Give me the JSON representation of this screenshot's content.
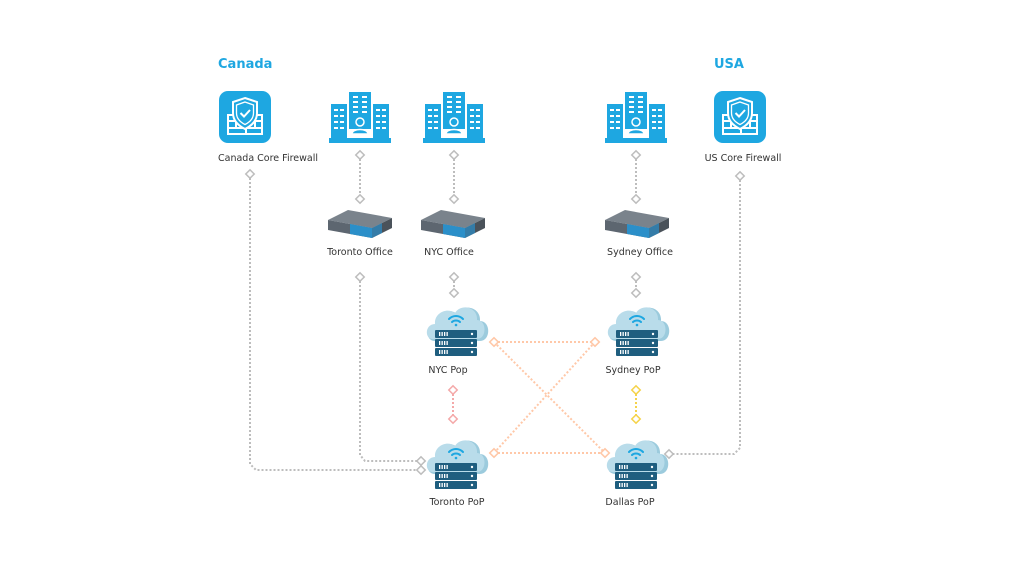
{
  "diagram": {
    "type": "network-topology",
    "colors": {
      "accent": "#1ea7e1",
      "link_gray": "#bdbdbd",
      "link_orange": "#ffc8a8",
      "link_red": "#f4a9a9",
      "link_yellow": "#f5d34a",
      "cloud": "#b9dcea",
      "server": "#1f5e7f",
      "router_body": "#5d6670",
      "router_panel": "#2b8fc9"
    },
    "regions": [
      {
        "id": "canada",
        "label": "Canada"
      },
      {
        "id": "usa",
        "label": "USA"
      }
    ],
    "nodes": [
      {
        "id": "canada-fw",
        "label": "Canada Core Firewall",
        "icon": "firewall-icon",
        "region": "canada"
      },
      {
        "id": "toronto-bldg",
        "label": "",
        "icon": "office-building-icon"
      },
      {
        "id": "nyc-bldg",
        "label": "",
        "icon": "office-building-icon"
      },
      {
        "id": "sydney-bldg",
        "label": "",
        "icon": "office-building-icon"
      },
      {
        "id": "us-fw",
        "label": "US Core Firewall",
        "icon": "firewall-icon",
        "region": "usa"
      },
      {
        "id": "toronto-office",
        "label": "Toronto Office",
        "icon": "router-icon"
      },
      {
        "id": "nyc-office",
        "label": "NYC Office",
        "icon": "router-icon"
      },
      {
        "id": "sydney-office",
        "label": "Sydney Office",
        "icon": "router-icon"
      },
      {
        "id": "nyc-pop",
        "label": "NYC Pop",
        "icon": "cloud-server-icon"
      },
      {
        "id": "sydney-pop",
        "label": "Sydney PoP",
        "icon": "cloud-server-icon"
      },
      {
        "id": "toronto-pop",
        "label": "Toronto PoP",
        "icon": "cloud-server-icon"
      },
      {
        "id": "dallas-pop",
        "label": "Dallas PoP",
        "icon": "cloud-server-icon"
      }
    ],
    "edges": [
      {
        "from": "toronto-bldg",
        "to": "toronto-office",
        "color": "gray"
      },
      {
        "from": "nyc-bldg",
        "to": "nyc-office",
        "color": "gray"
      },
      {
        "from": "sydney-bldg",
        "to": "sydney-office",
        "color": "gray"
      },
      {
        "from": "nyc-office",
        "to": "nyc-pop",
        "color": "gray"
      },
      {
        "from": "sydney-office",
        "to": "sydney-pop",
        "color": "gray"
      },
      {
        "from": "toronto-office",
        "to": "toronto-pop",
        "color": "gray"
      },
      {
        "from": "canada-fw",
        "to": "toronto-pop",
        "color": "gray"
      },
      {
        "from": "us-fw",
        "to": "dallas-pop",
        "color": "gray"
      },
      {
        "from": "nyc-pop",
        "to": "toronto-pop",
        "color": "red"
      },
      {
        "from": "sydney-pop",
        "to": "dallas-pop",
        "color": "yellow"
      },
      {
        "from": "nyc-pop",
        "to": "sydney-pop",
        "color": "orange"
      },
      {
        "from": "toronto-pop",
        "to": "dallas-pop",
        "color": "orange"
      },
      {
        "from": "nyc-pop",
        "to": "dallas-pop",
        "color": "orange"
      },
      {
        "from": "sydney-pop",
        "to": "toronto-pop",
        "color": "orange"
      }
    ]
  }
}
